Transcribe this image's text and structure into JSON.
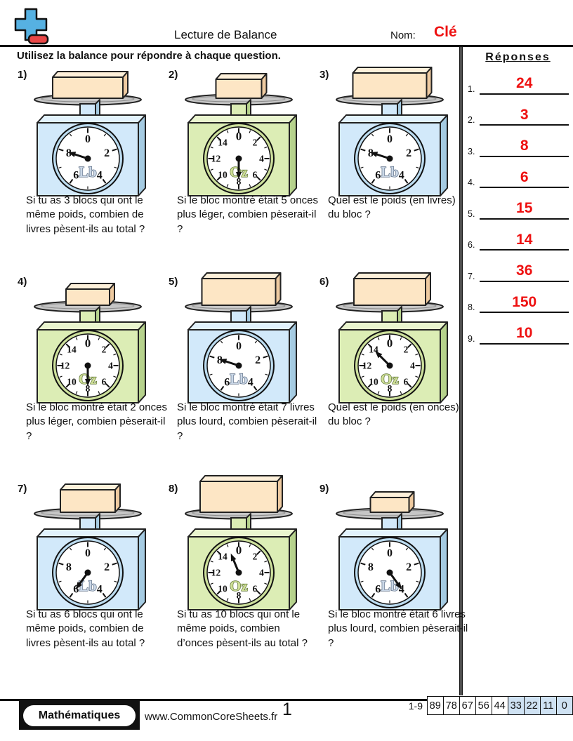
{
  "header": {
    "title": "Lecture de Balance",
    "name_label": "Nom:",
    "name_value": "Clé"
  },
  "instructions": "Utilisez la balance pour répondre à chaque question.",
  "answers": {
    "title": "Réponses",
    "items": [
      {
        "num": "1.",
        "value": "24"
      },
      {
        "num": "2.",
        "value": "3"
      },
      {
        "num": "3.",
        "value": "8"
      },
      {
        "num": "4.",
        "value": "6"
      },
      {
        "num": "5.",
        "value": "15"
      },
      {
        "num": "6.",
        "value": "14"
      },
      {
        "num": "7.",
        "value": "36"
      },
      {
        "num": "8.",
        "value": "150"
      },
      {
        "num": "9.",
        "value": "10"
      }
    ]
  },
  "dials": {
    "Lb": {
      "divisions": 10,
      "labels": [
        0,
        2,
        4,
        6,
        8
      ]
    },
    "Oz": {
      "divisions": 16,
      "labels": [
        0,
        2,
        4,
        6,
        8,
        10,
        12,
        14
      ]
    }
  },
  "problems": [
    {
      "num": "1)",
      "unit": "Lb",
      "value": 8,
      "color": "blue",
      "block": {
        "w": 100,
        "h": 30
      },
      "question": "Si tu as 3 blocs qui ont le même poids, combien de livres pèsent-ils au total ?"
    },
    {
      "num": "2)",
      "unit": "Oz",
      "value": 8,
      "color": "green",
      "block": {
        "w": 65,
        "h": 27
      },
      "question": "Si le bloc montré était 5 onces plus léger, combien pèserait-il ?"
    },
    {
      "num": "3)",
      "unit": "Lb",
      "value": 8,
      "color": "blue",
      "block": {
        "w": 105,
        "h": 36
      },
      "question": "Quel est le poids (en livres) du bloc ?"
    },
    {
      "num": "4)",
      "unit": "Oz",
      "value": 8,
      "color": "green",
      "block": {
        "w": 62,
        "h": 23
      },
      "question": "Si le bloc montré était 2 onces plus léger, combien pèserait-il ?"
    },
    {
      "num": "5)",
      "unit": "Lb",
      "value": 8,
      "color": "blue",
      "block": {
        "w": 105,
        "h": 38
      },
      "question": "Si le bloc montré était 7 livres plus lourd, combien pèserait-il ?"
    },
    {
      "num": "6)",
      "unit": "Oz",
      "value": 14,
      "color": "green",
      "block": {
        "w": 102,
        "h": 38
      },
      "question": "Quel est le poids (en onces) du bloc ?"
    },
    {
      "num": "7)",
      "unit": "Lb",
      "value": 6,
      "color": "blue",
      "block": {
        "w": 78,
        "h": 32
      },
      "question": "Si tu as 6 blocs qui ont le même poids, combien de livres pèsent-ils au total ?"
    },
    {
      "num": "8)",
      "unit": "Oz",
      "value": 15,
      "color": "green",
      "block": {
        "w": 110,
        "h": 44
      },
      "question": "Si tu as 10 blocs qui ont le même poids, combien d’onces pèsent-ils au total ?"
    },
    {
      "num": "9)",
      "unit": "Lb",
      "value": 4,
      "color": "blue",
      "block": {
        "w": 55,
        "h": 21
      },
      "question": "Si le bloc montré était 6 livres plus lourd, combien pèserait-il ?"
    }
  ],
  "footer": {
    "brand": "Mathématiques",
    "website": "www.CommonCoreSheets.fr",
    "page_number": "1",
    "score_label": "1-9",
    "score_cells": [
      {
        "value": "89",
        "highlight": false
      },
      {
        "value": "78",
        "highlight": false
      },
      {
        "value": "67",
        "highlight": false
      },
      {
        "value": "56",
        "highlight": false
      },
      {
        "value": "44",
        "highlight": false
      },
      {
        "value": "33",
        "highlight": true
      },
      {
        "value": "22",
        "highlight": true
      },
      {
        "value": "11",
        "highlight": true
      },
      {
        "value": "0",
        "highlight": true
      }
    ]
  },
  "colors": {
    "accent_red": "#ee1111",
    "line_black": "#111111",
    "platform_gray": "#c6c6c6",
    "block_front": "#fde6c5",
    "block_top": "#fdf0da",
    "block_side": "#eecaa0",
    "scale_blue": {
      "front": "#d2e9fa",
      "top": "#e2f2fc",
      "side": "#a5cbe2",
      "ring": "#bcdcf0"
    },
    "scale_green": {
      "front": "#dcedb5",
      "top": "#eaf5cf",
      "side": "#b6d28c",
      "ring": "#cde09c"
    },
    "unit_labels": {
      "Lb": {
        "fill": "#c9d6e6",
        "stroke": "#4e6078"
      },
      "Oz": {
        "fill": "#cede96",
        "stroke": "#48611e"
      }
    },
    "score_highlight": "#cfe2f3",
    "logo_blue": "#56b1e2",
    "logo_red": "#e84747"
  }
}
